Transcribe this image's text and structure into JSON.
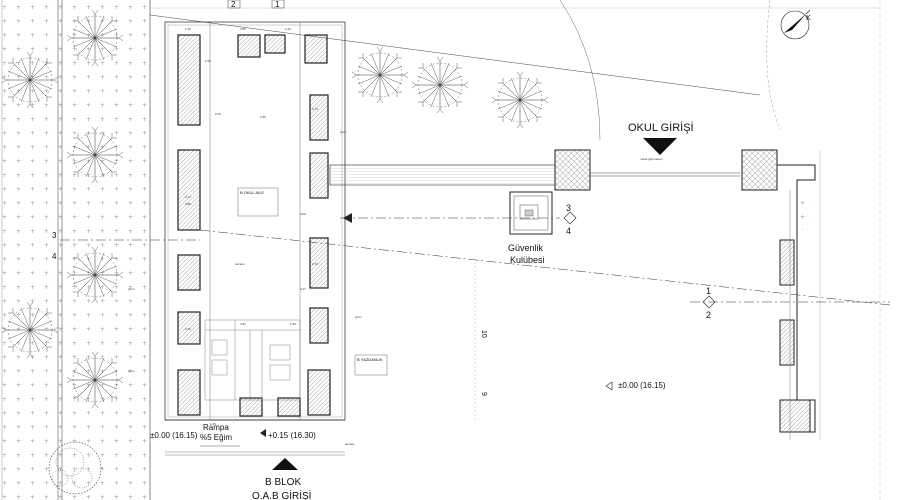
{
  "labels": {
    "okul_girisi": "OKUL GİRİŞİ",
    "guvenlik_line1": "Güvenlik",
    "guvenlik_line2": "Kulübesi",
    "b_blok": "B BLOK",
    "oab_girisi": "O.A.B GİRİŞİ",
    "rampa": "Rampa",
    "egim": "%5 Eğim",
    "elev_left": "±0.00 (16.15)",
    "elev_mid": "+0.15 (16.30)",
    "elev_right": "±0.00 (16.15)",
    "b_okul_aile": "B OKUL AİLE",
    "b_yazdanlik": "B YAZDANLIK",
    "sec_3": "3",
    "sec_4": "4",
    "sec_1": "1",
    "sec_2": "2",
    "sec_left_3": "3",
    "sec_left_4": "4",
    "top_1": "1",
    "top_2": "2",
    "grid_10": "10",
    "grid_9": "9"
  },
  "colors": {
    "line": "#222222",
    "wall": "#555555",
    "hatch": "#888888",
    "dot": "#9a9a9a"
  },
  "icons": {
    "north": "north-arrow-icon",
    "entry": "entry-triangle-icon",
    "section": "section-marker-icon"
  }
}
